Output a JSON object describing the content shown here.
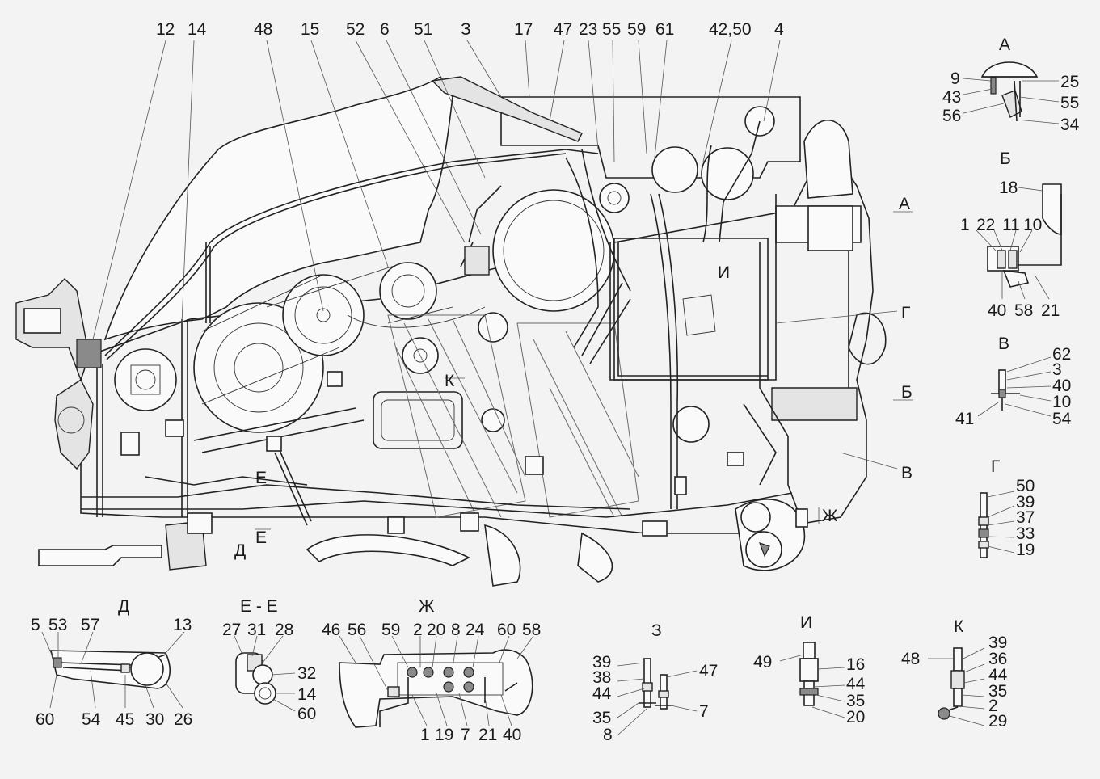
{
  "main_labels": [
    "12",
    "14",
    "48",
    "15",
    "52",
    "6",
    "51",
    "З",
    "17",
    "47",
    "23",
    "55",
    "59",
    "61",
    "42,50",
    "4"
  ],
  "main_section_marks": [
    "А",
    "Б",
    "В",
    "Г",
    "И",
    "К",
    "Е",
    "Е",
    "Д",
    "Ж"
  ],
  "views": {
    "A": {
      "title": "А",
      "labels": [
        "9",
        "43",
        "56",
        "25",
        "55",
        "34"
      ]
    },
    "B": {
      "title": "Б",
      "labels": [
        "18",
        "1",
        "22",
        "11",
        "10",
        "40",
        "58",
        "21"
      ]
    },
    "V": {
      "title": "В",
      "labels": [
        "62",
        "3",
        "40",
        "10",
        "41",
        "54"
      ]
    },
    "G": {
      "title": "Г",
      "labels": [
        "50",
        "39",
        "37",
        "33",
        "19"
      ]
    },
    "D": {
      "title": "Д",
      "labels": [
        "5",
        "53",
        "57",
        "13",
        "60",
        "54",
        "45",
        "30",
        "26"
      ]
    },
    "EE": {
      "title": "Е - Е",
      "labels": [
        "27",
        "31",
        "28",
        "32",
        "14",
        "60"
      ]
    },
    "ZH": {
      "title": "Ж",
      "labels": [
        "46",
        "56",
        "59",
        "2",
        "20",
        "8",
        "24",
        "60",
        "58",
        "1",
        "19",
        "7",
        "21",
        "40"
      ]
    },
    "Z": {
      "title": "З",
      "labels": [
        "39",
        "38",
        "44",
        "35",
        "8",
        "47",
        "7"
      ]
    },
    "I": {
      "title": "И",
      "labels": [
        "49",
        "16",
        "44",
        "35",
        "20"
      ]
    },
    "K": {
      "title": "К",
      "labels": [
        "48",
        "39",
        "36",
        "44",
        "35",
        "2",
        "29"
      ]
    }
  }
}
